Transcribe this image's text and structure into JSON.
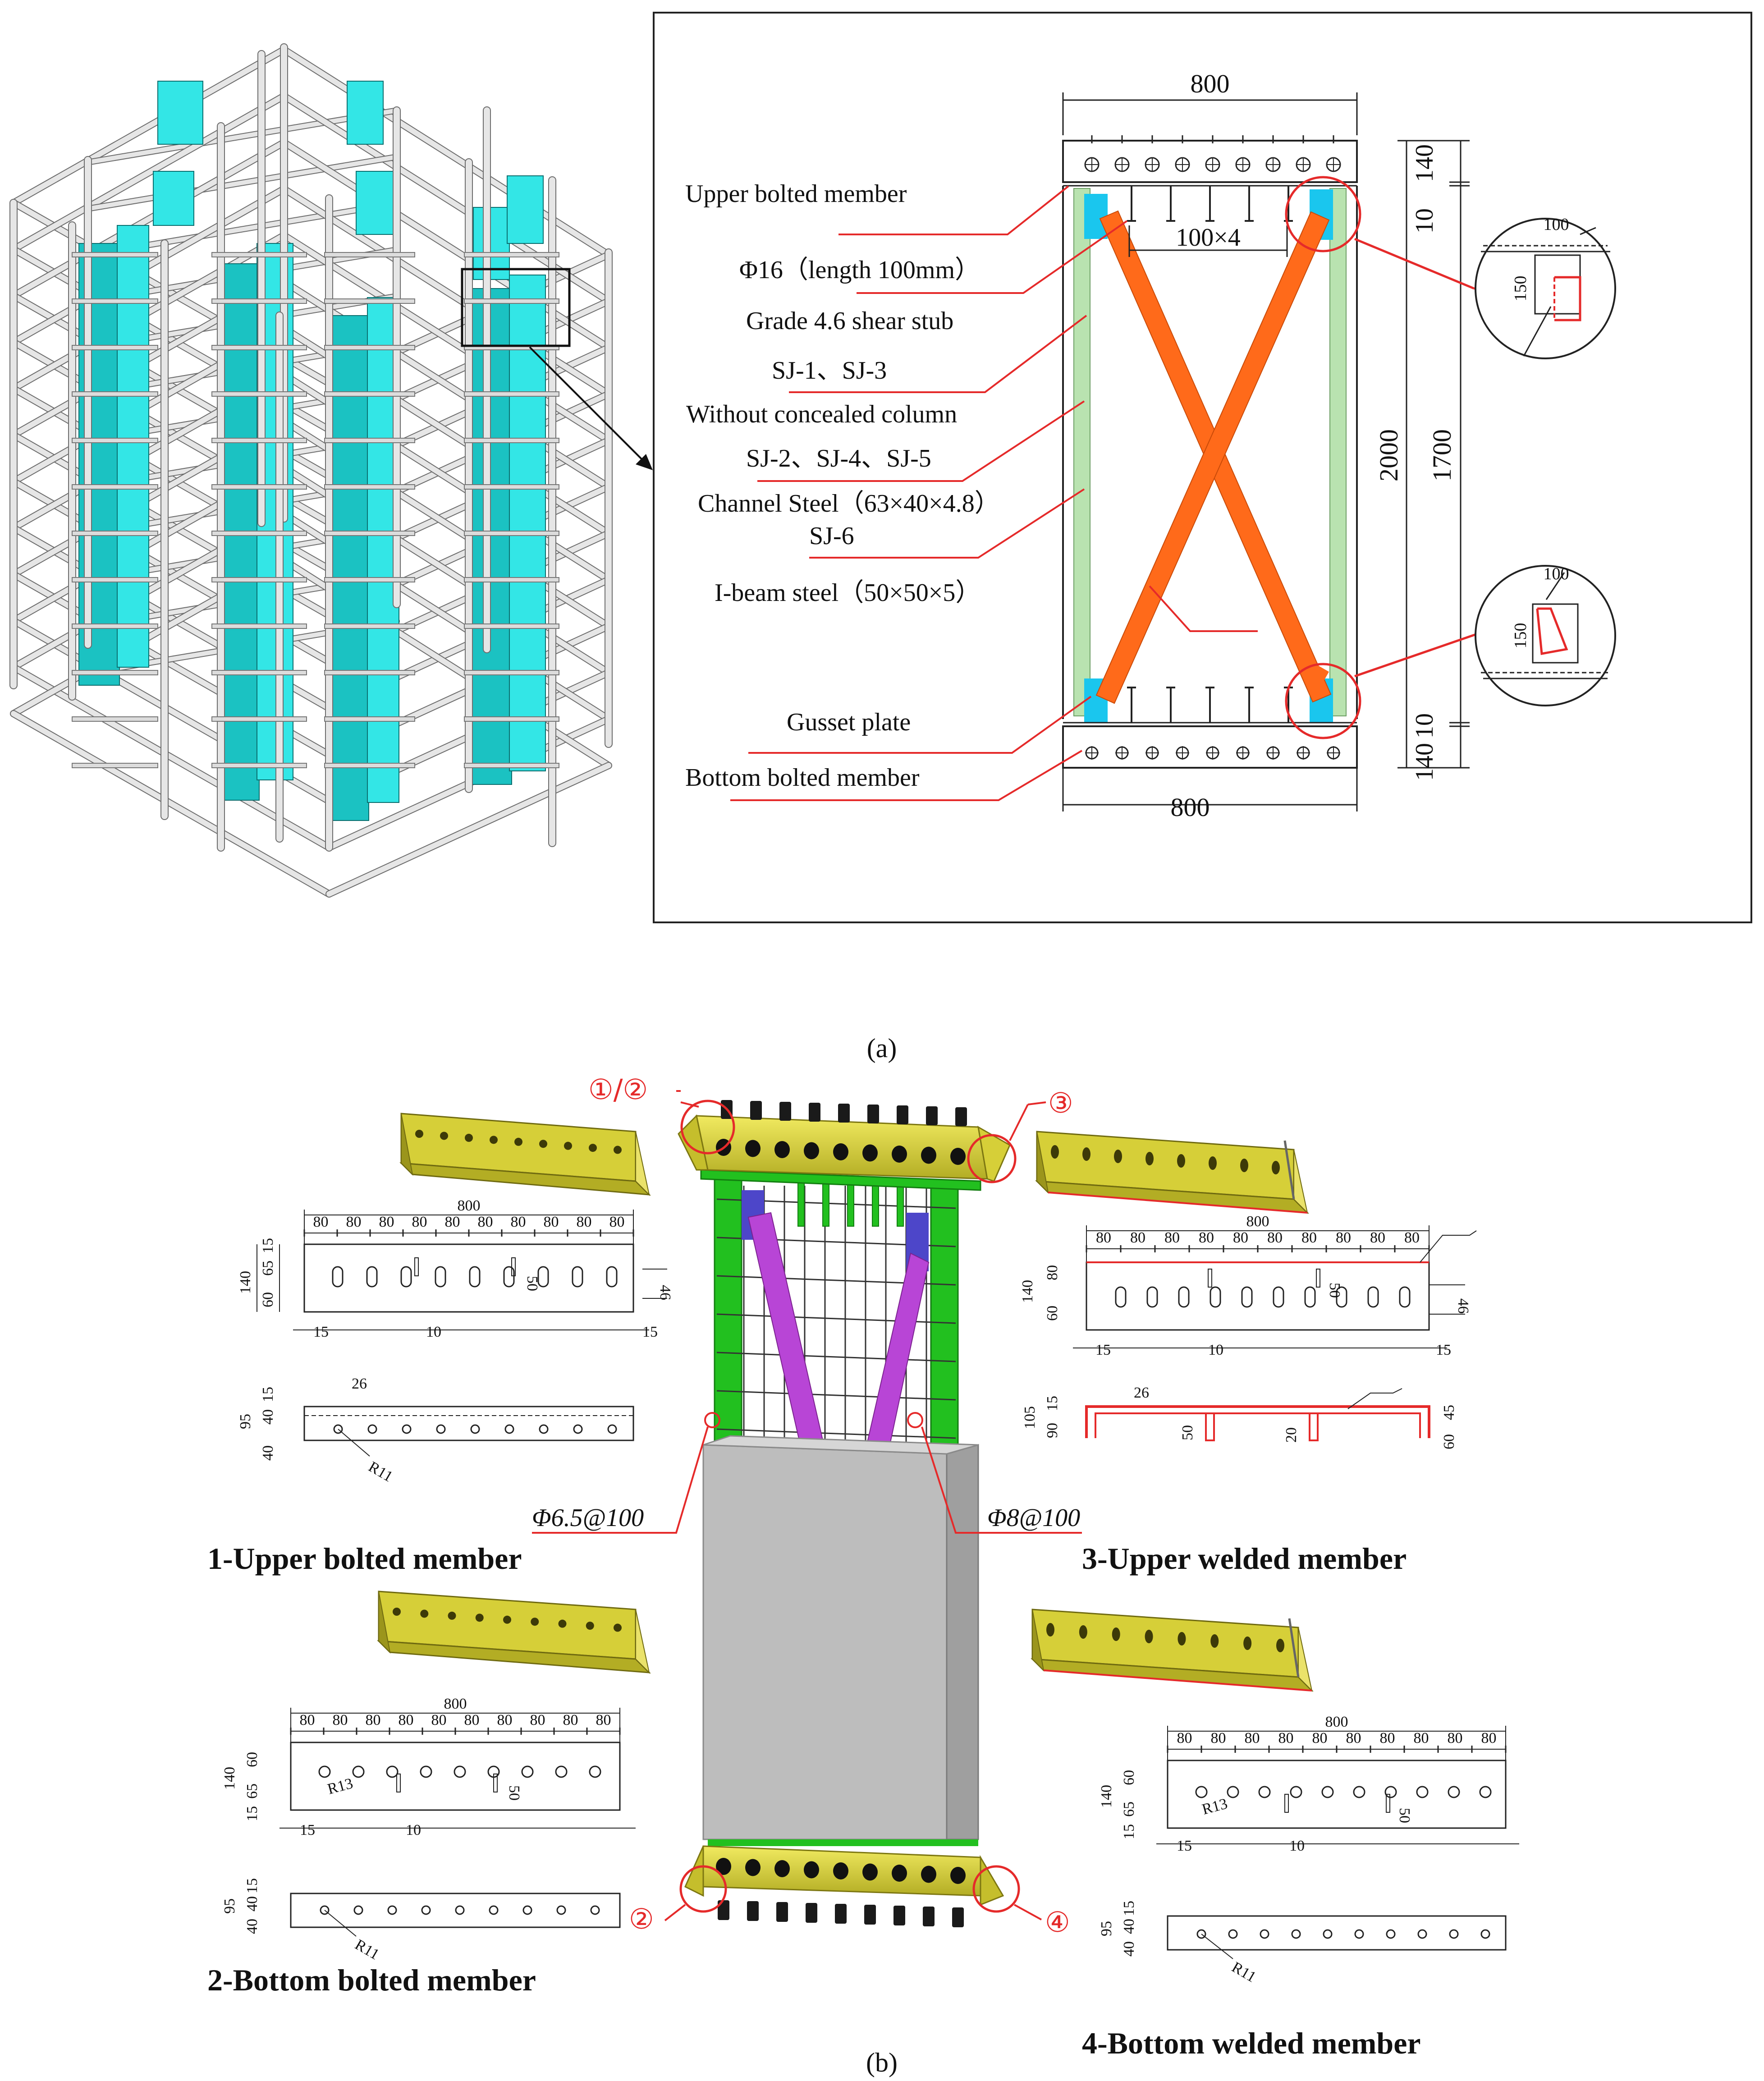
{
  "panel_a": {
    "caption": "(a)",
    "labels": {
      "upper_bolted": "Upper bolted member",
      "phi16": "Φ16（length 100mm）",
      "grade46": "Grade 4.6 shear stub",
      "sj13": "SJ-1、SJ-3",
      "without_col": "Without concealed column",
      "sj245": "SJ-2、SJ-4、SJ-5",
      "channel": "Channel Steel（63×40×4.8）",
      "sj6": "SJ-6",
      "ibeam": "I-beam steel（50×50×5）",
      "gusset": "Gusset plate",
      "bottom_bolted": "Bottom bolted member"
    },
    "dims": {
      "top_width": "800",
      "bottom_width": "800",
      "stud_spacing": "100×4",
      "h140_top": "140",
      "h10_top": "10",
      "h2000": "2000",
      "h1700": "1700",
      "h10_bot": "10",
      "h140_bot": "140",
      "detail_100": "100",
      "detail_150": "150"
    }
  },
  "panel_b": {
    "caption": "(b)",
    "markers": {
      "m12": "①/②",
      "m3": "③",
      "m2": "②",
      "m4": "④"
    },
    "rebar_left": "Φ6.5@100",
    "rebar_right": "Φ8@100",
    "titles": {
      "t1": "1-Upper bolted member",
      "t2": "2-Bottom bolted member",
      "t3": "3-Upper welded member",
      "t4": "4-Bottom welded member"
    },
    "dims": {
      "total": "800",
      "spacing": "80",
      "h140": "140",
      "h65": "65",
      "h60": "60",
      "h15": "15",
      "h46": "46",
      "h50": "50",
      "h10": "10",
      "h26": "26",
      "h95": "95",
      "h40": "40",
      "r11": "R11",
      "r13": "R13",
      "h80": "80",
      "h105": "105",
      "h90": "90",
      "h20": "20",
      "h45": "45"
    }
  },
  "colors": {
    "cyan": "#33e6e6",
    "orange": "#ff6a1a",
    "light_green": "#b9e3b0",
    "red_leader": "#e52a2a",
    "yellow": "#d6cf38",
    "green": "#22c01f",
    "purple": "#b845d6",
    "blue": "#4d46c9",
    "grey": "#b8b8b8"
  }
}
